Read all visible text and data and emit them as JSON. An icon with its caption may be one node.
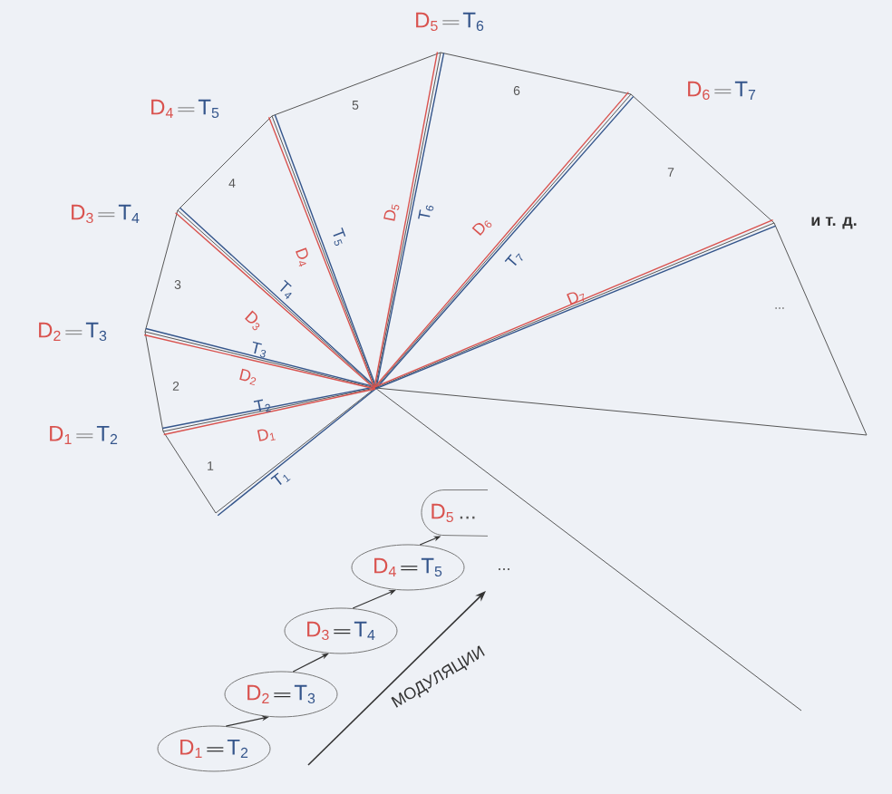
{
  "diagram": {
    "nodes": [
      {
        "text": [
          "D$_{1}$",
          "T$_{2}$"
        ]
      },
      {
        "text": [
          "D$_{2}$",
          "T$_{3}$"
        ]
      },
      {
        "text": [
          "D$_{3}$",
          "T$_{4}$"
        ]
      },
      {
        "text": [
          "D$_{4}$",
          "T$_{5}$"
        ]
      },
      {
        "text": [
          "D$_{5}$",
          "..."
        ]
      }
    ],
    "edges": [
      {
        "from": 0,
        "to": 1,
        "arrow": "to"
      },
      {
        "from": 1,
        "to": 2,
        "arrow": "to"
      },
      {
        "from": 2,
        "to": 3,
        "arrow": "to"
      },
      {
        "from": 3,
        "to": 4,
        "arrow": "to"
      }
    ],
    "labels": [
      "D$_{5}$",
      "T$_{6}$",
      "D$_{6}$",
      "T$_{7}$",
      "D$_{4}$",
      "T$_{5}$",
      "D$_{3}$",
      "T$_{4}$",
      "и т. д.",
      "D$_{2}$",
      "T$_{3}$",
      "D$_{1}$",
      "T$_{2}$",
      "5",
      "6",
      "4",
      "7",
      "3",
      "...",
      "2",
      "1",
      "D$_{5}$",
      "T$_{6}$",
      "D$_{6}$",
      "T$_{7}$",
      "D$_{4}$",
      "T$_{5}$",
      "T$_{4}$",
      "D$_{7}$",
      "D$_{3}$",
      "T$_{3}$",
      "D$_{2}$",
      "T$_{2}$",
      "D$_{1}$",
      "T$_{1}$",
      "МОДУЛЯЦИИ",
      "..."
    ]
  }
}
